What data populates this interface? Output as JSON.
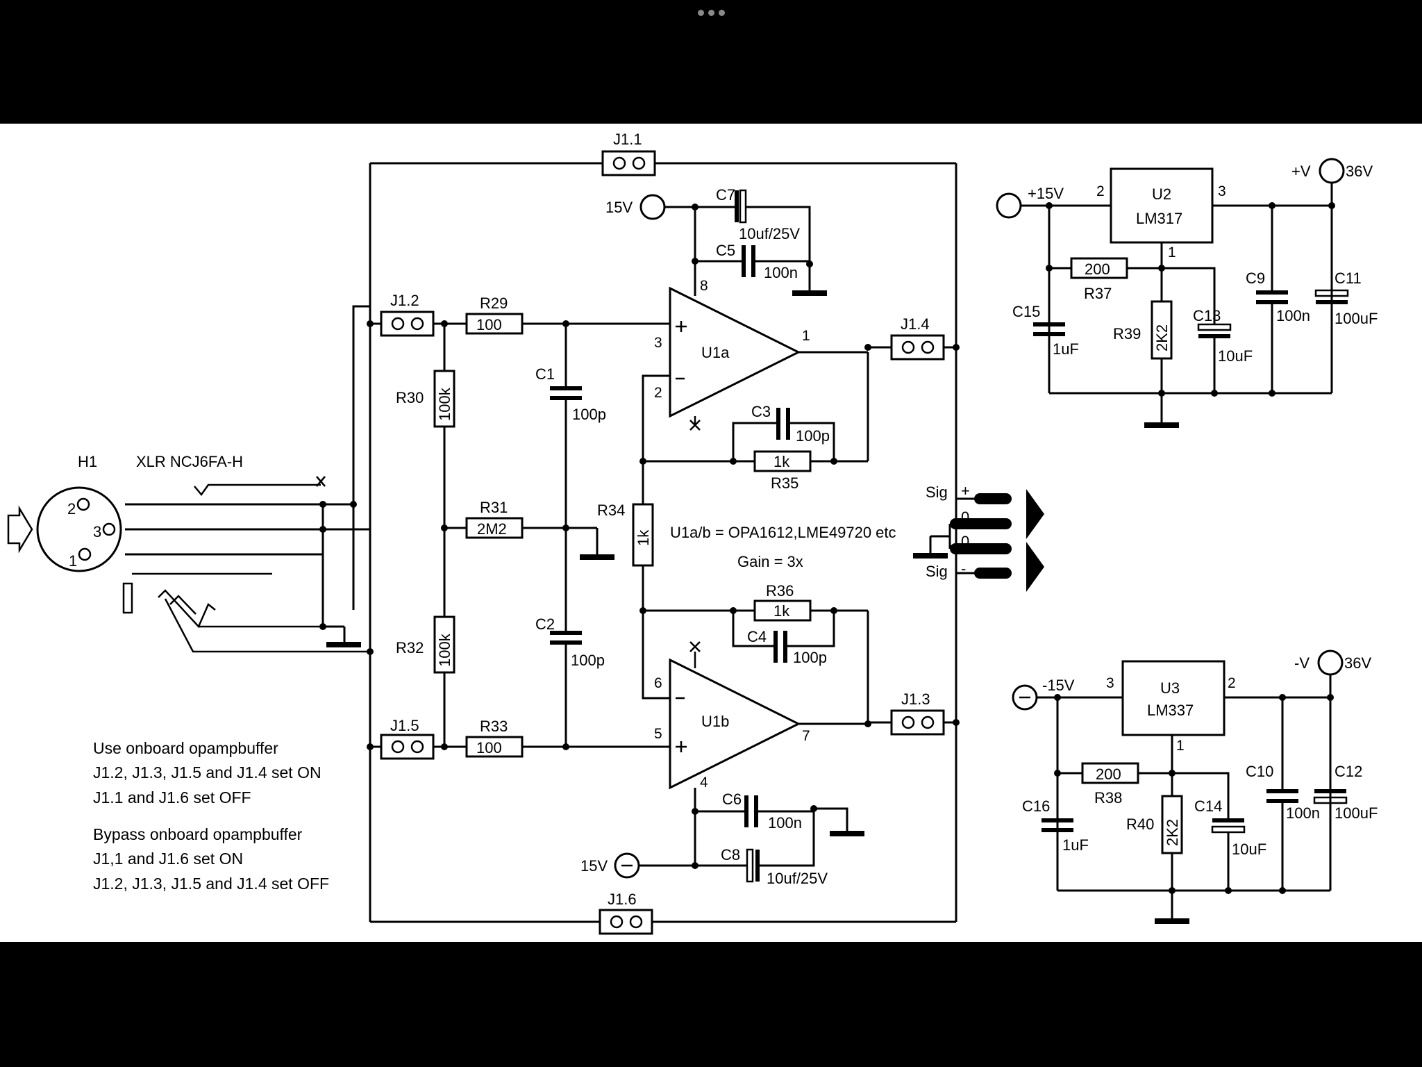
{
  "viewer": {
    "menu_icon": "ellipsis-icon"
  },
  "connector": {
    "ref": "H1",
    "part": "XLR NCJ6FA-H",
    "pins": [
      "2",
      "3",
      "1"
    ]
  },
  "jumpers": [
    "J1.1",
    "J1.2",
    "J1.3",
    "J1.4",
    "J1.5",
    "J1.6"
  ],
  "resistors": [
    {
      "ref": "R29",
      "value": "100"
    },
    {
      "ref": "R30",
      "value": "100k"
    },
    {
      "ref": "R31",
      "value": "2M2"
    },
    {
      "ref": "R32",
      "value": "100k"
    },
    {
      "ref": "R33",
      "value": "100"
    },
    {
      "ref": "R34",
      "value": "1k"
    },
    {
      "ref": "R35",
      "value": "1k"
    },
    {
      "ref": "R36",
      "value": "1k"
    },
    {
      "ref": "R37",
      "value": "200"
    },
    {
      "ref": "R38",
      "value": "200"
    },
    {
      "ref": "R39",
      "value": "2K2"
    },
    {
      "ref": "R40",
      "value": "2K2"
    }
  ],
  "capacitors": [
    {
      "ref": "C1",
      "value": "100p"
    },
    {
      "ref": "C2",
      "value": "100p"
    },
    {
      "ref": "C3",
      "value": "100p"
    },
    {
      "ref": "C4",
      "value": "100p"
    },
    {
      "ref": "C5",
      "value": "100n"
    },
    {
      "ref": "C6",
      "value": "100n"
    },
    {
      "ref": "C7",
      "value": "10uf/25V"
    },
    {
      "ref": "C8",
      "value": "10uf/25V"
    },
    {
      "ref": "C9",
      "value": "100n"
    },
    {
      "ref": "C10",
      "value": "100n"
    },
    {
      "ref": "C11",
      "value": "100uF"
    },
    {
      "ref": "C12",
      "value": "100uF"
    },
    {
      "ref": "C13",
      "value": "10uF"
    },
    {
      "ref": "C14",
      "value": "10uF"
    },
    {
      "ref": "C15",
      "value": "1uF"
    },
    {
      "ref": "C16",
      "value": "1uF"
    }
  ],
  "opamps": [
    {
      "ref": "U1a",
      "pins": {
        "plus": "3",
        "minus": "2",
        "out": "1",
        "supply": "8"
      }
    },
    {
      "ref": "U1b",
      "pins": {
        "minus": "6",
        "plus": "5",
        "out": "7",
        "supply": "4"
      }
    }
  ],
  "supply_labels": {
    "pos_rail": "15V",
    "neg_rail": "15V"
  },
  "part_note": "U1a/b = OPA1612,LME49720 etc",
  "gain_note": "Gain = 3x",
  "output": {
    "sig_plus": "Sig",
    "plus_sign": "+",
    "zero_a": "0",
    "zero_b": "0",
    "sig_minus": "Sig",
    "minus_sign": "-"
  },
  "regulators": [
    {
      "ref": "U2",
      "part": "LM317",
      "in_label": "+15V",
      "out_label": "+V",
      "out_voltage": "36V",
      "pin_in": "2",
      "pin_out": "3",
      "pin_adj": "1"
    },
    {
      "ref": "U3",
      "part": "LM337",
      "in_label": "-15V",
      "out_label": "-V",
      "out_voltage": "36V",
      "pin_in": "3",
      "pin_out": "2",
      "pin_adj": "1"
    }
  ],
  "instructions": [
    "Use onboard opampbuffer",
    "J1.2, J1.3, J1.5 and J1.4 set ON",
    "J1.1 and J1.6 set OFF",
    "Bypass onboard opampbuffer",
    "J1,1 and J1.6 set ON",
    "J1.2, J1.3, J1.5 and J1.4 set OFF"
  ]
}
